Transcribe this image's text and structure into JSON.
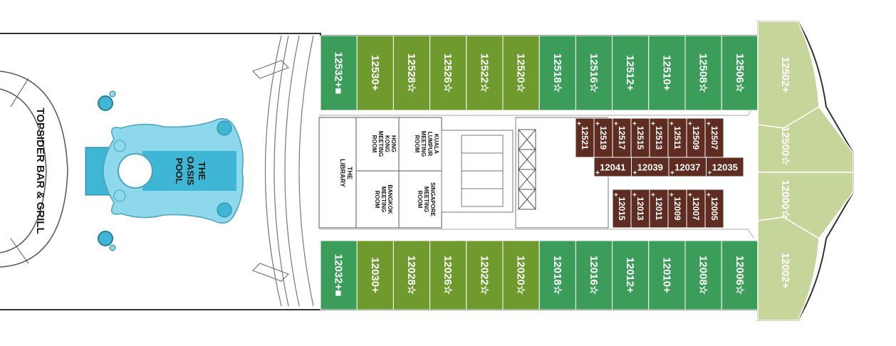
{
  "venues": {
    "bar": "TOPSIDER BAR & GRILL",
    "pool_line1": "THE",
    "pool_line2": "OASIS",
    "pool_line3": "POOL",
    "library_line1": "THE",
    "library_line2": "LIBRARY",
    "hongkong_line1": "HONG",
    "hongkong_line2": "KONG",
    "hongkong_line3": "MEETING",
    "hongkong_line4": "ROOM",
    "kuala_line1": "KUALA",
    "kuala_line2": "LUMPUR",
    "kuala_line3": "MEETING",
    "kuala_line4": "ROOM",
    "bangkok_line1": "BANGKOK",
    "bangkok_line2": "MEETING",
    "bangkok_line3": "ROOM",
    "singapore_line1": "SINGAPORE",
    "singapore_line2": "MEETING",
    "singapore_line3": "ROOM"
  },
  "colors": {
    "green_dark": "#3c9d5a",
    "green_olive": "#6e9a2e",
    "green_light": "#c6d59a",
    "brown": "#5e2c20",
    "pool": "#7fd1e6"
  },
  "top_row": [
    {
      "num": "12532",
      "sym": "+■",
      "color": "green_dark"
    },
    {
      "num": "12530",
      "sym": "+",
      "color": "green_olive"
    },
    {
      "num": "12528",
      "sym": "☆",
      "color": "green_olive"
    },
    {
      "num": "12526",
      "sym": "☆",
      "color": "green_olive"
    },
    {
      "num": "12522",
      "sym": "☆",
      "color": "green_olive"
    },
    {
      "num": "12520",
      "sym": "☆",
      "color": "green_olive"
    },
    {
      "num": "12518",
      "sym": "☆",
      "color": "green_dark"
    },
    {
      "num": "12516",
      "sym": "☆",
      "color": "green_dark"
    },
    {
      "num": "12512",
      "sym": "+",
      "color": "green_dark"
    },
    {
      "num": "12510",
      "sym": "+",
      "color": "green_dark"
    },
    {
      "num": "12508",
      "sym": "☆",
      "color": "green_dark"
    },
    {
      "num": "12506",
      "sym": "☆",
      "color": "green_dark"
    }
  ],
  "bottom_row": [
    {
      "num": "12032",
      "sym": "+■",
      "color": "green_dark"
    },
    {
      "num": "12030",
      "sym": "+",
      "color": "green_olive"
    },
    {
      "num": "12028",
      "sym": "☆",
      "color": "green_olive"
    },
    {
      "num": "12026",
      "sym": "☆",
      "color": "green_olive"
    },
    {
      "num": "12022",
      "sym": "☆",
      "color": "green_olive"
    },
    {
      "num": "12020",
      "sym": "☆",
      "color": "green_olive"
    },
    {
      "num": "12018",
      "sym": "☆",
      "color": "green_dark"
    },
    {
      "num": "12016",
      "sym": "☆",
      "color": "green_dark"
    },
    {
      "num": "12012",
      "sym": "+",
      "color": "green_dark"
    },
    {
      "num": "12010",
      "sym": "+",
      "color": "green_dark"
    },
    {
      "num": "12008",
      "sym": "☆",
      "color": "green_dark"
    },
    {
      "num": "12006",
      "sym": "☆",
      "color": "green_dark"
    }
  ],
  "forward_suites": [
    {
      "num": "12502",
      "sym": "+"
    },
    {
      "num": "12500",
      "sym": "☆"
    },
    {
      "num": "12000",
      "sym": "☆"
    },
    {
      "num": "12002",
      "sym": "+"
    }
  ],
  "inner_top": [
    "12521",
    "12519",
    "12517",
    "12515",
    "12513",
    "12511",
    "12509",
    "12507"
  ],
  "inner_mid": [
    "12041",
    "12039",
    "12037",
    "12035"
  ],
  "inner_bottom": [
    "12015",
    "12013",
    "12011",
    "12009",
    "12007",
    "12005"
  ],
  "inner_mark": "+"
}
